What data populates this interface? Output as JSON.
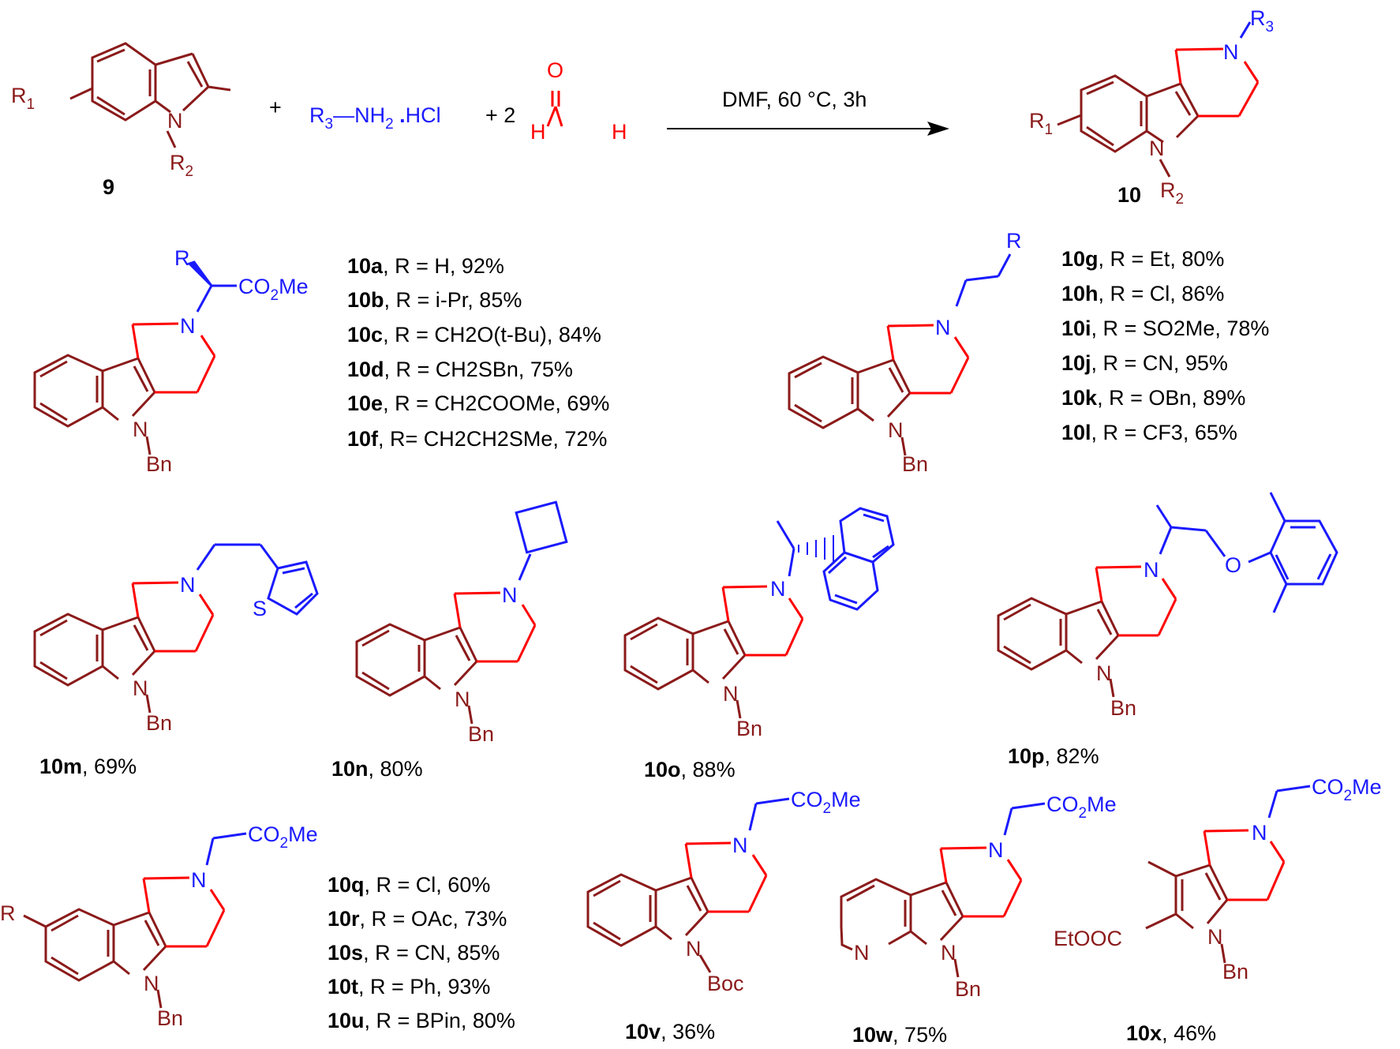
{
  "colors": {
    "scaffold": "#8B1A1A",
    "substituent": "#1a1aff",
    "reagent_red": "#ff0000",
    "ring_bond": "#ff0000",
    "text": "#000000"
  },
  "reaction": {
    "compound9_label": "9",
    "compound10_label": "10",
    "plus1": "+",
    "amine_r3": "R",
    "amine_r3_sub": "3",
    "amine_nh": "NH",
    "amine_nh_sub": "2",
    "amine_hcl": "HCl",
    "plus2": "+ 2",
    "formaldehyde_o": "O",
    "formaldehyde_h1": "H",
    "formaldehyde_h2": "H",
    "conditions": "DMF, 60 °C, 3h"
  },
  "atoms": {
    "R": "R",
    "sub1": "1",
    "sub2": "2",
    "sub3": "3",
    "N": "N",
    "Bn": "Bn",
    "O": "O",
    "S": "S",
    "Boc": "Boc",
    "EtOOC": "EtOOC",
    "CO2Me_a": "CO",
    "CO2Me_sub": "2",
    "CO2Me_b": "Me"
  },
  "series_a_h": {
    "entries": [
      {
        "id": "10a",
        "text": ", R = H, 92%"
      },
      {
        "id": "10b",
        "text": ", R = i-Pr, 85%"
      },
      {
        "id": "10c",
        "text": ", R = CH2O(t-Bu), 84%"
      },
      {
        "id": "10d",
        "text": ", R = CH2SBn, 75%"
      },
      {
        "id": "10e",
        "text": ", R = CH2COOMe, 69%"
      },
      {
        "id": "10f",
        "text": ", R= CH2CH2SMe, 72%"
      }
    ]
  },
  "series_g_l": {
    "entries": [
      {
        "id": "10g",
        "text": ", R = Et, 80%"
      },
      {
        "id": "10h",
        "text": ", R = Cl, 86%"
      },
      {
        "id": "10i",
        "text": ", R = SO2Me, 78%"
      },
      {
        "id": "10j",
        "text": ", R = CN, 95%"
      },
      {
        "id": "10k",
        "text": ", R = OBn, 89%"
      },
      {
        "id": "10l",
        "text": ", R = CF3, 65%"
      }
    ]
  },
  "series_q_u": {
    "entries": [
      {
        "id": "10q",
        "text": ", R = Cl, 60%"
      },
      {
        "id": "10r",
        "text": ", R = OAc, 73%"
      },
      {
        "id": "10s",
        "text": ", R = CN, 85%"
      },
      {
        "id": "10t",
        "text": ", R = Ph, 93%"
      },
      {
        "id": "10u",
        "text": ", R = BPin, 80%"
      }
    ]
  },
  "singles": [
    {
      "id": "10m",
      "text": ", 69%"
    },
    {
      "id": "10n",
      "text": ", 80%"
    },
    {
      "id": "10o",
      "text": ", 88%"
    },
    {
      "id": "10p",
      "text": ", 82%"
    },
    {
      "id": "10v",
      "text": ", 36%"
    },
    {
      "id": "10w",
      "text": ", 75%"
    },
    {
      "id": "10x",
      "text": ", 46%"
    }
  ]
}
